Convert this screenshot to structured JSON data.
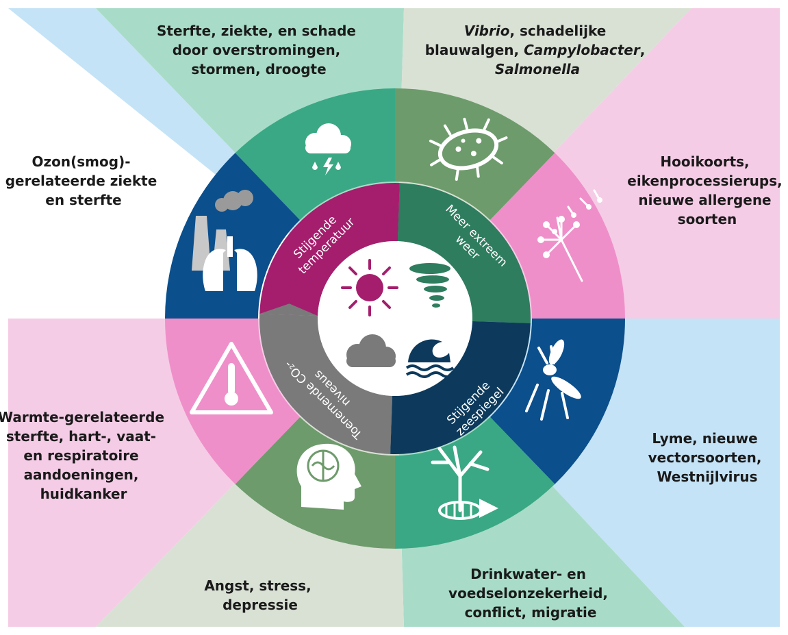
{
  "colors": {
    "outer_blue": "#c5e3f6",
    "outer_green": "#a8dcc8",
    "outer_grey": "#d9e1d5",
    "outer_pink": "#f5cce6",
    "seg_teal": "#3aa884",
    "seg_olive": "#6e9b6c",
    "seg_pink": "#ef8fc9",
    "seg_navy": "#0b4f8c",
    "ring_magenta": "#a51e6d",
    "ring_green": "#2e7d5f",
    "ring_navy": "#0d3a5c",
    "ring_grey": "#7a7a7a"
  },
  "outer_labels": {
    "top_left": {
      "lines": [
        "Sterfte, ziekte, en schade",
        "door overstromingen,",
        "stormen, droogte"
      ]
    },
    "top_right": {
      "line1": {
        "italic": "Vibrio",
        "rest": ", schadelijke"
      },
      "line2": {
        "plain": "blauwalgen, ",
        "italic": "Campylobacter",
        "suffix": ","
      },
      "line3": {
        "italic": "Salmonella"
      }
    },
    "right_upper": {
      "lines": [
        "Hooikoorts,",
        "eikenprocessierups,",
        "nieuwe allergene",
        "soorten"
      ]
    },
    "right_lower": {
      "lines": [
        "Lyme, nieuwe",
        "vectorsoorten,",
        "Westnijlvirus"
      ]
    },
    "bottom_right": {
      "lines": [
        "Drinkwater- en",
        "voedselonzekerheid,",
        "conflict, migratie"
      ]
    },
    "bottom_left": {
      "lines": [
        "Angst, stress,",
        "depressie"
      ]
    },
    "left_lower": {
      "lines": [
        "Warmte-gerelateerde",
        "sterfte, hart-, vaat-",
        "en respiratoire",
        "aandoeningen,",
        "huidkanker"
      ]
    },
    "left_upper": {
      "lines": [
        "Ozon(smog)-",
        "gerelateerde ziekte",
        "en sterfte"
      ]
    }
  },
  "ring": {
    "temperature": [
      "Stijgende",
      "temperatuur"
    ],
    "weather": [
      "Meer extreem",
      "weer"
    ],
    "sea": [
      "Stijgende",
      "zeespiegel"
    ],
    "co2": [
      "Toenemende CO₂-",
      "niveaus"
    ]
  },
  "icons": {
    "center": [
      "sun-icon",
      "tornado-icon",
      "cloud-icon",
      "wave-icon"
    ],
    "segments": [
      "rain-lightning-icon",
      "bacteria-icon",
      "dandelion-icon",
      "mosquito-icon",
      "dead-tree-fish-icon",
      "brain-head-icon",
      "thermometer-warning-icon",
      "factory-lungs-icon"
    ]
  }
}
